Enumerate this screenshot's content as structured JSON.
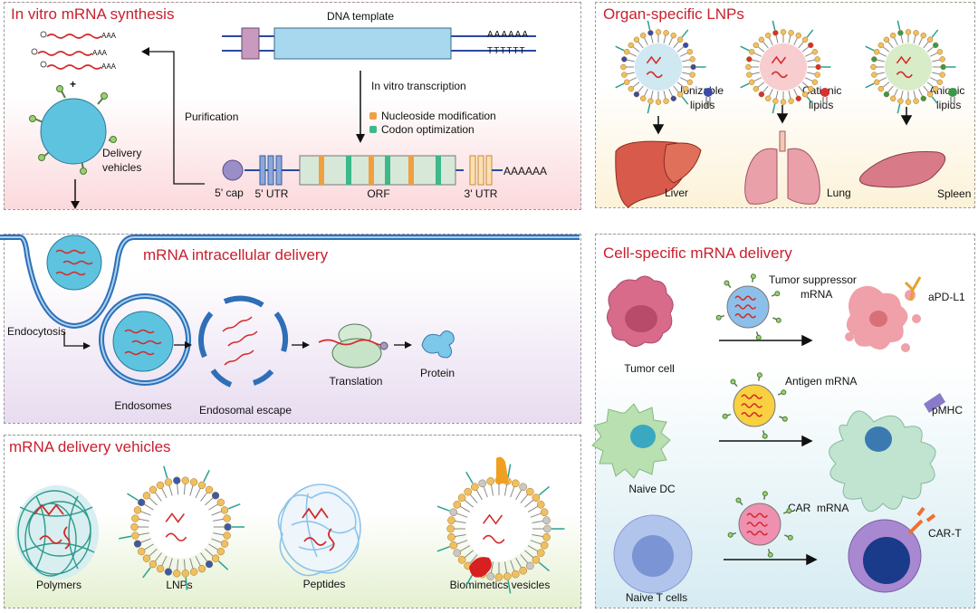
{
  "panels": {
    "synthesis": {
      "title": "In vitro mRNA synthesis",
      "dna_template": "DNA template",
      "poly_a_top": "AAAAAA",
      "poly_t_bottom": "TTTTTT",
      "transcription": "In vitro transcription",
      "legend": [
        {
          "label": "Nucleoside modification",
          "color": "#f0a040"
        },
        {
          "label": "Codon optimization",
          "color": "#3cb88a"
        }
      ],
      "purification": "Purification",
      "mrna_tail": "AAA",
      "plus": "+",
      "delivery_vehicles_line1": "Delivery",
      "delivery_vehicles_line2": "vehicles",
      "cap": "5' cap",
      "utr5": "5' UTR",
      "orf": "ORF",
      "utr3": "3' UTR",
      "poly_a": "AAAAAA"
    },
    "organ": {
      "title": "Organ-specific LNPs",
      "items": [
        {
          "lipid_line1": "Ionizable",
          "lipid_line2": "lipids",
          "organ": "Liver",
          "head_color": "#3a4aa8",
          "core_color": "#cfe8f2"
        },
        {
          "lipid_line1": "Cationic",
          "lipid_line2": "lipids",
          "organ": "Lung",
          "head_color": "#d83030",
          "core_color": "#f7cdd0"
        },
        {
          "lipid_line1": "Anionic",
          "lipid_line2": "lipids",
          "organ": "Spleen",
          "head_color": "#3a9a4a",
          "core_color": "#d9ecc8"
        }
      ]
    },
    "intracellular": {
      "title": "mRNA intracellular delivery",
      "endocytosis": "Endocytosis",
      "endosomes": "Endosomes",
      "endosomal_escape": "Endosomal escape",
      "translation": "Translation",
      "protein": "Protein"
    },
    "vehicles": {
      "title": "mRNA delivery vehicles",
      "items": [
        "Polymers",
        "LNPs",
        "Peptides",
        "Biomimetics vesicles"
      ]
    },
    "cell": {
      "title": "Cell-specific mRNA delivery",
      "rows": [
        {
          "source": "Tumor cell",
          "payload_line1": "Tumor suppressor",
          "payload_line2": "mRNA",
          "target_marker": "aPD-L1"
        },
        {
          "source": "Naive DC",
          "payload_line1": "Antigen mRNA",
          "payload_line2": "",
          "target_marker": "pMHC"
        },
        {
          "source": "Naive T cells",
          "payload_line1": "CAR  mRNA",
          "payload_line2": "",
          "target_marker": "CAR-T"
        }
      ]
    }
  },
  "colors": {
    "title_red": "#c8202e",
    "membrane_blue": "#2f6fb8",
    "vehicle_cyan": "#5ec3de",
    "mrna_red": "#d42a2a"
  }
}
